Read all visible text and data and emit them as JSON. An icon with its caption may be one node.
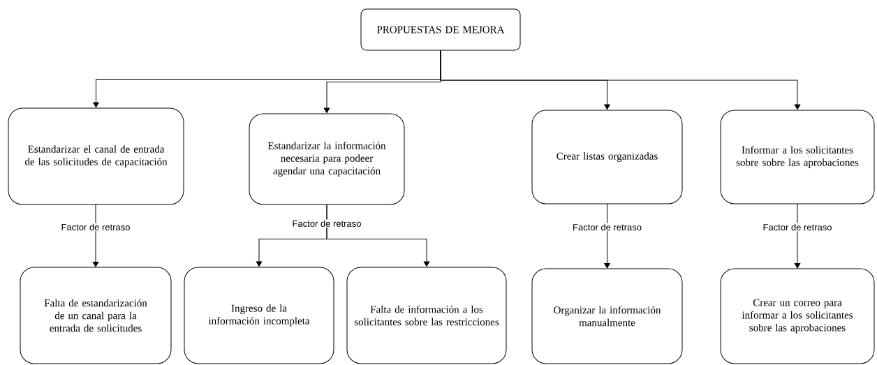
{
  "diagram": {
    "nodes": [
      {
        "text": [
          "PROPUESTAS DE MEJORA"
        ]
      },
      {
        "text": [
          "Estandarizar el canal de entrada de las solicitudes de capacitación"
        ]
      },
      {
        "text": [
          "Estandarizar la información necesaria para podeer agendar una capacitación"
        ]
      },
      {
        "text": [
          "Crear listas organizadas"
        ]
      },
      {
        "text": [
          "Informar a los solicitantes sobre sobre las aprobaciones"
        ]
      },
      {
        "text": [
          "Falta de estandarización de un canal para la entrada de solicitudes"
        ]
      },
      {
        "text": [
          "Ingreso de la información incompleta"
        ]
      },
      {
        "text": [
          "Falta de información a los solicitantes sobre las restricciones"
        ]
      },
      {
        "text": [
          "Organizar la información manualmente"
        ]
      },
      {
        "text": [
          "Crear un correo para informar a los solicitantes sobre las aprobaciones"
        ]
      }
    ],
    "edges": [
      {
        "from": 0,
        "to": 1,
        "arrow": "to"
      },
      {
        "from": 0,
        "to": 2,
        "arrow": "to"
      },
      {
        "from": 0,
        "to": 3,
        "arrow": "to"
      },
      {
        "from": 0,
        "to": 4,
        "arrow": "to"
      },
      {
        "from": 1,
        "to": 5,
        "arrow": "to",
        "label": "Factor de retraso"
      },
      {
        "from": 2,
        "to": 6,
        "arrow": "to",
        "label": "Factor de retraso"
      },
      {
        "from": 2,
        "to": 7,
        "arrow": "to"
      },
      {
        "from": 3,
        "to": 8,
        "arrow": "to",
        "label": "Factor de retraso"
      },
      {
        "from": 4,
        "to": 9,
        "arrow": "to",
        "label": "Factor de retraso"
      }
    ]
  }
}
